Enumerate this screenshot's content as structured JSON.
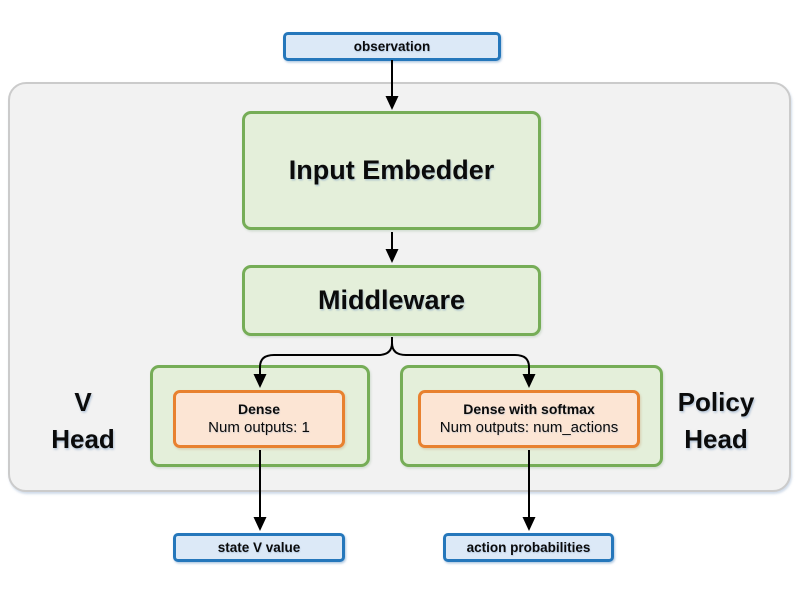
{
  "diagram": {
    "observation": {
      "label": "observation"
    },
    "input_embedder": {
      "label": "Input Embedder"
    },
    "middleware": {
      "label": "Middleware"
    },
    "v_head": {
      "title_line1": "V",
      "title_line2": "Head",
      "layer": {
        "name": "Dense",
        "detail": "Num outputs: 1"
      },
      "output": {
        "label": "state V value"
      }
    },
    "policy_head": {
      "title_line1": "Policy",
      "title_line2": "Head",
      "layer": {
        "name": "Dense with softmax",
        "detail": "Num outputs: num_actions"
      },
      "output": {
        "label": "action probabilities"
      }
    },
    "colors": {
      "blue_fill": "#dce9f7",
      "blue_border": "#2577bb",
      "green_fill": "#e4efda",
      "green_border": "#76ad57",
      "orange_fill": "#fce5d4",
      "orange_border": "#e8812f",
      "container_fill": "#f2f2f2",
      "container_border": "#cbcbcb",
      "arrow": "#000000"
    }
  }
}
